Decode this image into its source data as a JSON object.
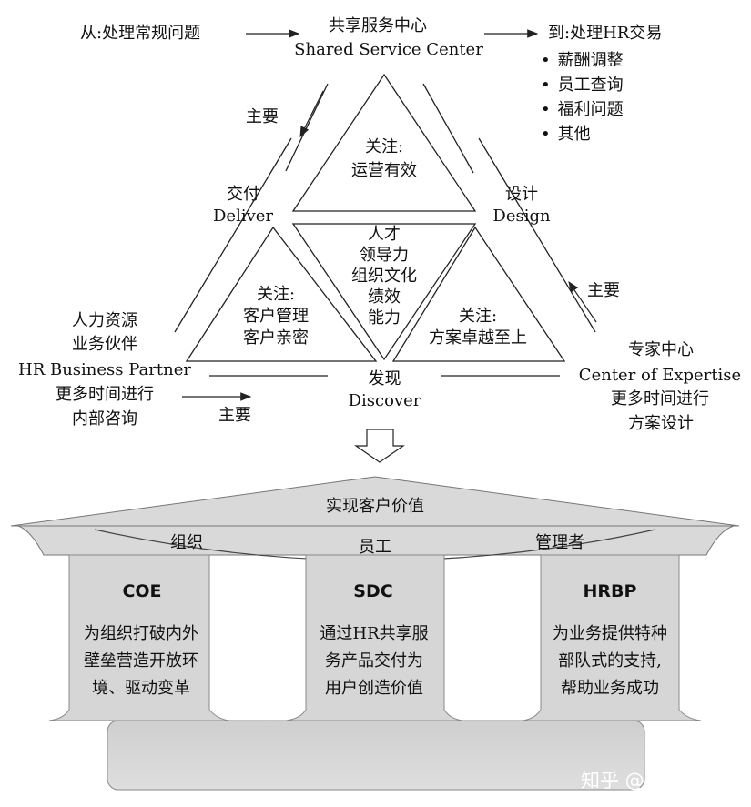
{
  "top": {
    "from_label": "从:处理常规问题",
    "sdc_cn": "共享服务中心",
    "sdc_en": "Shared Service Center",
    "to_label": "到:处理HR交易",
    "to_items": [
      "薪酬调整",
      "员工查询",
      "福利问题",
      "其他"
    ],
    "main_sdc": "主要"
  },
  "triangle": {
    "top_focus_1": "关注:",
    "top_focus_2": "运营有效",
    "left_focus_1": "关注:",
    "left_focus_2": "客户管理",
    "left_focus_3": "客户亲密",
    "right_focus_1": "关注:",
    "right_focus_2": "方案卓越至上",
    "center": [
      "人才",
      "领导力",
      "组织文化",
      "绩效",
      "能力"
    ],
    "deliver_cn": "交付",
    "deliver_en": "Deliver",
    "design_cn": "设计",
    "design_en": "Design",
    "discover_cn": "发现",
    "discover_en": "Discover"
  },
  "hrbp": {
    "line1": "人力资源",
    "line2": "业务伙伴",
    "line3": "HR Business Partner",
    "line4": "更多时间进行",
    "line5": "内部咨询",
    "main": "主要"
  },
  "coe": {
    "line1": "专家中心",
    "line2": "Center of Expertise",
    "line3": "更多时间进行",
    "line4": "方案设计",
    "main": "主要"
  },
  "building": {
    "roof_label": "实现客户价值",
    "beam": [
      "组织",
      "员工",
      "管理者"
    ],
    "pillars": [
      {
        "title": "COE",
        "lines": [
          "为组织打破内外",
          "壁垒营造开放环",
          "境、驱动变革"
        ]
      },
      {
        "title": "SDC",
        "lines": [
          "通过HR共享服",
          "务产品交付为",
          "用户创造价值"
        ]
      },
      {
        "title": "HRBP",
        "lines": [
          "为业务提供特种",
          "部队式的支持,",
          "帮助业务成功"
        ]
      }
    ]
  },
  "watermark": "知乎 @marviin",
  "colors": {
    "fill_gray": "#d9d9d9",
    "stroke": "#333333"
  }
}
